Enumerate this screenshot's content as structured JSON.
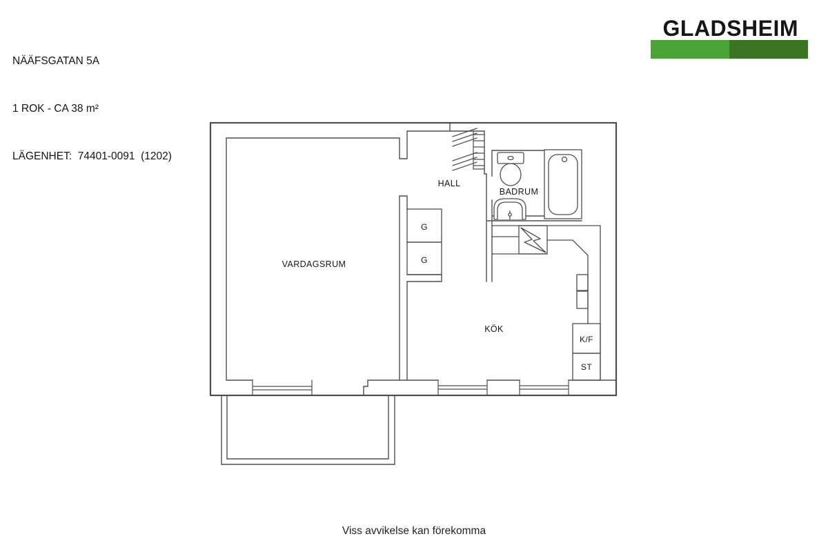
{
  "header": {
    "address": "NÄÄFSGATAN 5A",
    "size_line": "1 ROK - CA 38 m²",
    "apartment_line": "LÄGENHET:  74401-0091  (1202)"
  },
  "logo": {
    "brand": "GLADSHEIM",
    "text_color": "#47a32f",
    "bar_left_color": "#4ca437",
    "bar_right_color": "#3b7524"
  },
  "floorplan": {
    "rooms": {
      "living_room": "VARDAGSRUM",
      "hall": "HALL",
      "bathroom": "BADRUM",
      "kitchen": "KÖK",
      "wardrobe_1": "G",
      "wardrobe_2": "G",
      "fridge_freezer": "K/F",
      "cleaning_closet": "ST"
    }
  },
  "footer": {
    "disclaimer": "Viss avvikelse kan förekomma"
  }
}
